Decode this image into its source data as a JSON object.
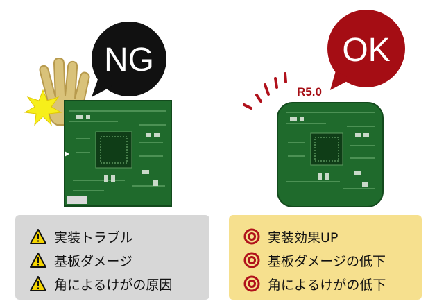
{
  "ng_side": {
    "bubble_text": "NG",
    "issues": [
      {
        "icon": "warning-triangle-icon",
        "text": "実装トラブル"
      },
      {
        "icon": "warning-triangle-icon",
        "text": "基板ダメージ"
      },
      {
        "icon": "warning-triangle-icon",
        "text": "角によるけがの原因"
      }
    ]
  },
  "ok_side": {
    "bubble_text": "OK",
    "corner_label": "R5.0",
    "benefits": [
      {
        "icon": "double-circle-icon",
        "text": "実装効果UP"
      },
      {
        "icon": "double-circle-icon",
        "text": "基板ダメージの低下"
      },
      {
        "icon": "double-circle-icon",
        "text": "角によるけがの低下"
      }
    ]
  },
  "colors": {
    "ng_bubble": "#111111",
    "ok_bubble": "#a50d14",
    "pcb_green": "#1f6a2c",
    "ng_panel": "#d7d7d7",
    "ok_panel": "#f6e08e",
    "warning_yellow": "#f4d400",
    "double_circle_red": "#b0111b"
  }
}
